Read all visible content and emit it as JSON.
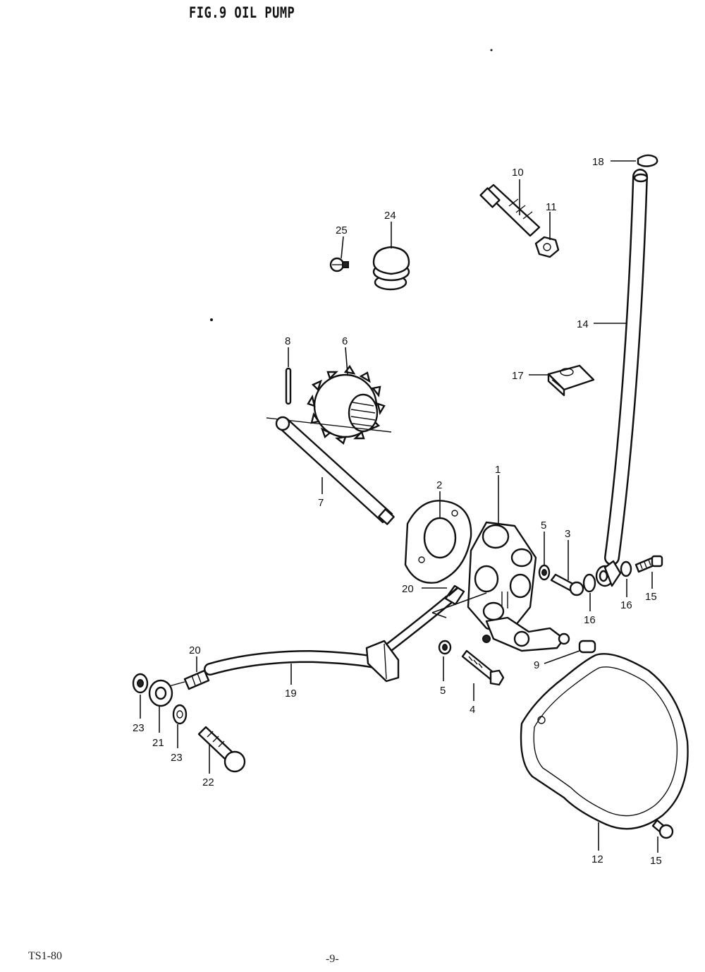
{
  "header": {
    "title": "FIG.9  OIL PUMP"
  },
  "footer": {
    "model_code": "TS1-80",
    "page_number": "-9-"
  },
  "callouts": [
    {
      "id": "c1",
      "text": "1"
    },
    {
      "id": "c2",
      "text": "2"
    },
    {
      "id": "c3",
      "text": "3"
    },
    {
      "id": "c4",
      "text": "4"
    },
    {
      "id": "c5a",
      "text": "5"
    },
    {
      "id": "c5b",
      "text": "5"
    },
    {
      "id": "c6",
      "text": "6"
    },
    {
      "id": "c7",
      "text": "7"
    },
    {
      "id": "c8",
      "text": "8"
    },
    {
      "id": "c9",
      "text": "9"
    },
    {
      "id": "c10",
      "text": "10"
    },
    {
      "id": "c11",
      "text": "11"
    },
    {
      "id": "c12",
      "text": "12"
    },
    {
      "id": "c14",
      "text": "14"
    },
    {
      "id": "c15a",
      "text": "15"
    },
    {
      "id": "c15b",
      "text": "15"
    },
    {
      "id": "c16a",
      "text": "16"
    },
    {
      "id": "c16b",
      "text": "16"
    },
    {
      "id": "c17",
      "text": "17"
    },
    {
      "id": "c18",
      "text": "18"
    },
    {
      "id": "c19",
      "text": "19"
    },
    {
      "id": "c20a",
      "text": "20"
    },
    {
      "id": "c20b",
      "text": "20"
    },
    {
      "id": "c21",
      "text": "21"
    },
    {
      "id": "c22",
      "text": "22"
    },
    {
      "id": "c23a",
      "text": "23"
    },
    {
      "id": "c23b",
      "text": "23"
    },
    {
      "id": "c24",
      "text": "24"
    },
    {
      "id": "c25",
      "text": "25"
    }
  ]
}
